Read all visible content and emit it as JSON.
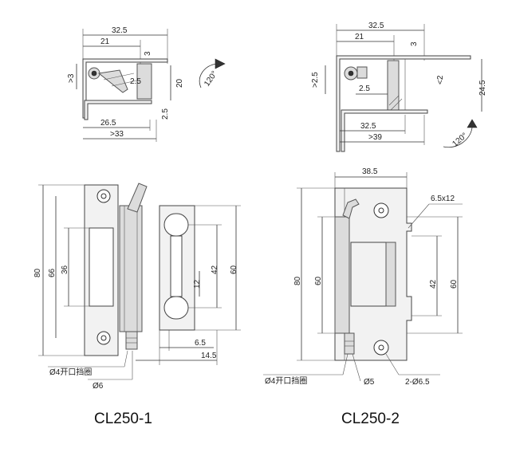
{
  "left": {
    "caption": "CL250-1",
    "top_dims": {
      "a": "32.5",
      "b": "21",
      "c": "3",
      "d": ">3",
      "e": "2.5",
      "f": "20",
      "g": "2.5",
      "h": "26.5",
      "i": ">33",
      "angle": "120°"
    },
    "front_dims": {
      "h80": "80",
      "h66": "66",
      "h36": "36",
      "h42": "42",
      "h60": "60",
      "h12": "12",
      "w65": "6.5",
      "w145": "14.5",
      "phi6": "Ø6",
      "ring": "Ø4开口挡圈"
    }
  },
  "right": {
    "caption": "CL250-2",
    "top_dims": {
      "a": "32.5",
      "b": "21",
      "c": "3",
      "d": ">2.5",
      "e": "<2",
      "f": "2.5",
      "g": "24.5",
      "h": "32.5",
      "i": ">39",
      "angle": "120°"
    },
    "front_dims": {
      "w385": "38.5",
      "slot": "6.5x12",
      "h80": "80",
      "h60l": "60",
      "h42": "42",
      "h60r": "60",
      "phi5": "Ø5",
      "phi65": "2-Ø6.5",
      "ring": "Ø4开口挡圈"
    }
  }
}
